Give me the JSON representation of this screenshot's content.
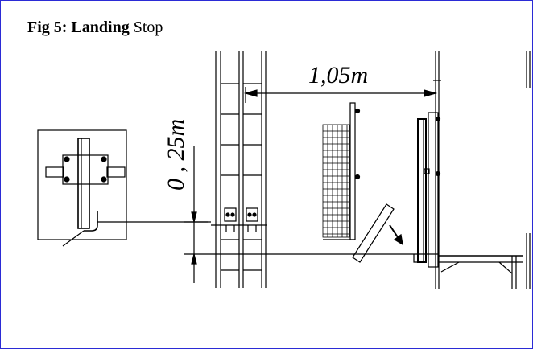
{
  "figure": {
    "caption_prefix": "Fig 5: Landing",
    "caption_suffix": " Stop"
  },
  "dimensions": {
    "horizontal_label": "1,05m",
    "vertical_label": "0 , 25m"
  },
  "colors": {
    "frame_border": "#2b2bd6",
    "line": "#000000",
    "background": "#ffffff"
  }
}
